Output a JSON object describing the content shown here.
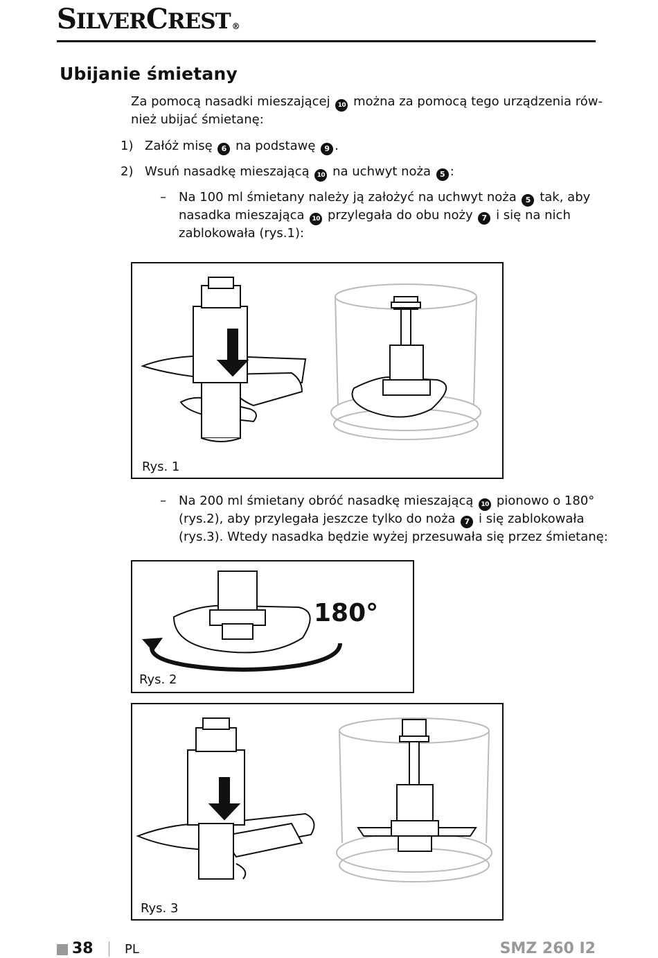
{
  "brand": {
    "part1_big": "S",
    "part1_small": "ILVER",
    "part2_big": "C",
    "part2_small": "REST",
    "reg": "®"
  },
  "heading": "Ubijanie śmietany",
  "intro": {
    "line1_a": "Za pomocą nasadki mieszającej",
    "line1_b": "można za pomocą tego urządzenia rów-",
    "line2": "nież ubijać śmietanę:"
  },
  "step1": {
    "label": "1)",
    "a": "Załóż misę",
    "b": "na podstawę",
    "c": "."
  },
  "step2": {
    "label": "2)",
    "a": "Wsuń nasadkę mieszającą",
    "b": "na uchwyt noża",
    "c": ":"
  },
  "sub1": {
    "dash": "–",
    "l1_a": "Na 100 ml śmietany należy ją założyć na uchwyt noża",
    "l1_b": "tak, aby",
    "l2_a": "nasadka mieszająca",
    "l2_b": "przylegała do obu noży",
    "l2_c": "i się na nich",
    "l3": "zablokowała (rys.1):"
  },
  "sub2": {
    "dash": "–",
    "l1_a": "Na 200 ml śmietany obróć nasadkę mieszającą",
    "l1_b": "pionowo o 180°",
    "l2_a": "(rys.2), aby przylegała jeszcze tylko do noża",
    "l2_b": "i się zablokowała",
    "l3": "(rys.3). Wtedy nasadka będzie wyżej przesuwała się przez śmietanę:"
  },
  "refs": {
    "n10": "10",
    "n6": "6",
    "n9": "9",
    "n5": "5",
    "n7": "7"
  },
  "figures": {
    "fig1": "Rys. 1",
    "fig2": "Rys. 2",
    "fig3": "Rys. 3",
    "angle": "180°"
  },
  "footer": {
    "page": "38",
    "lang": "PL",
    "model": "SMZ 260 I2"
  }
}
